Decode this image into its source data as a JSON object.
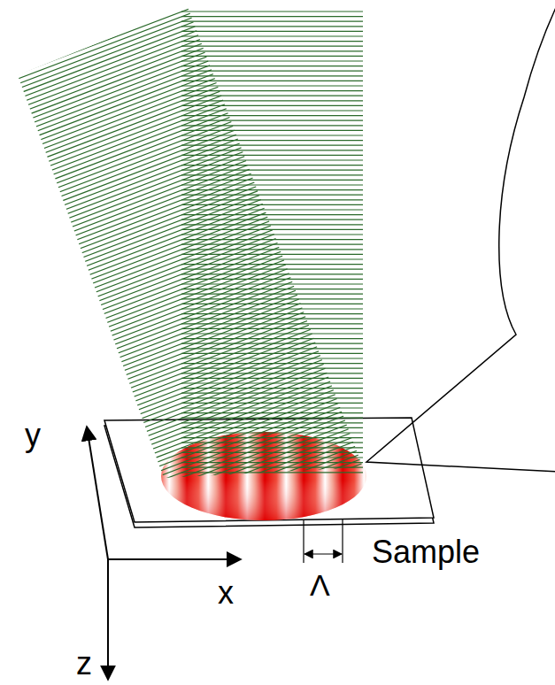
{
  "diagram": {
    "labels": [
      "y",
      "x",
      "z",
      "Λ",
      "Sample"
    ]
  }
}
